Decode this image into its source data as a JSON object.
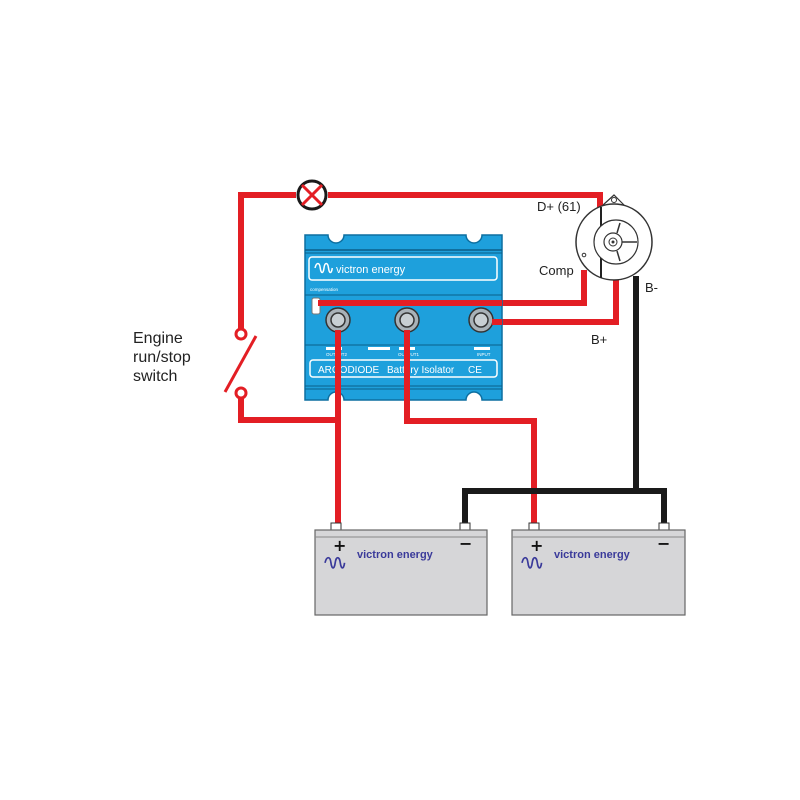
{
  "diagram": {
    "title": "Argodiode battery isolator wiring",
    "colors": {
      "positive_wire": "#e31e24",
      "negative_wire": "#1a1a1a",
      "isolator_body": "#1ea0dc",
      "battery_body": "#d6d6d8",
      "brand_text": "#3a3a9a"
    },
    "labels": {
      "switch": [
        "Engine",
        "run/stop",
        "switch"
      ],
      "d_plus": "D+ (61)",
      "comp": "Comp",
      "b_minus": "B-",
      "b_plus": "B+"
    },
    "isolator": {
      "brand": "victron energy",
      "compensation": "compensation",
      "terminals": [
        "OUTPUT2",
        "OUTPUT1",
        "INPUT"
      ],
      "product_line": [
        "ARGODIODE",
        "Battery Isolator",
        "CE"
      ]
    },
    "batteries": [
      {
        "brand": "victron energy",
        "plus": "+",
        "minus": "−"
      },
      {
        "brand": "victron energy",
        "plus": "+",
        "minus": "−"
      }
    ],
    "components": {
      "lamp": "charge-warning-lamp",
      "alternator": "alternator",
      "switch": "engine-run-stop-switch"
    }
  }
}
